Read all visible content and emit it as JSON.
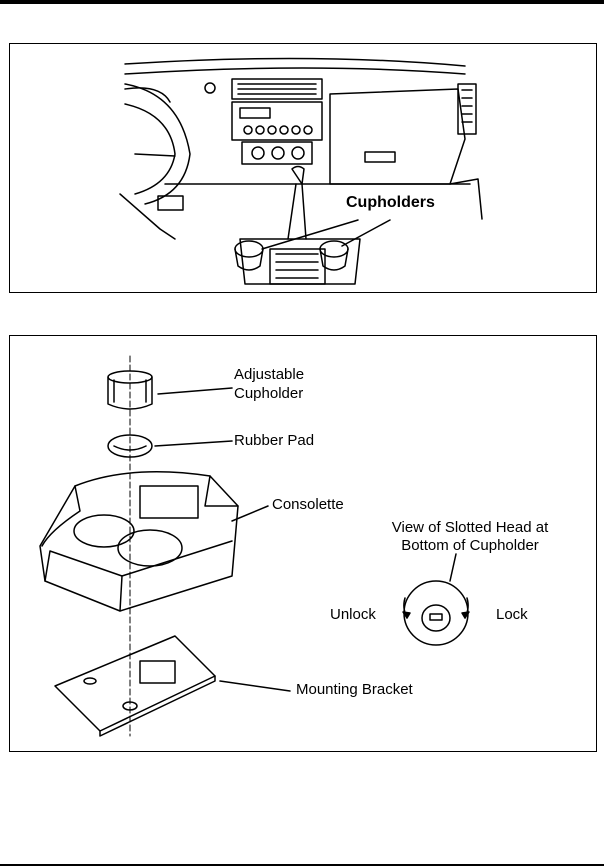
{
  "figure_dashboard": {
    "cupholders_label": "Cupholders"
  },
  "figure_console": {
    "adjustable_cupholder_line1": "Adjustable",
    "adjustable_cupholder_line2": "Cupholder",
    "rubber_pad": "Rubber Pad",
    "consolette": "Consolette",
    "view_line1": "View of Slotted Head at",
    "view_line2": "Bottom of Cupholder",
    "unlock": "Unlock",
    "lock": "Lock",
    "mounting_bracket": "Mounting Bracket"
  }
}
